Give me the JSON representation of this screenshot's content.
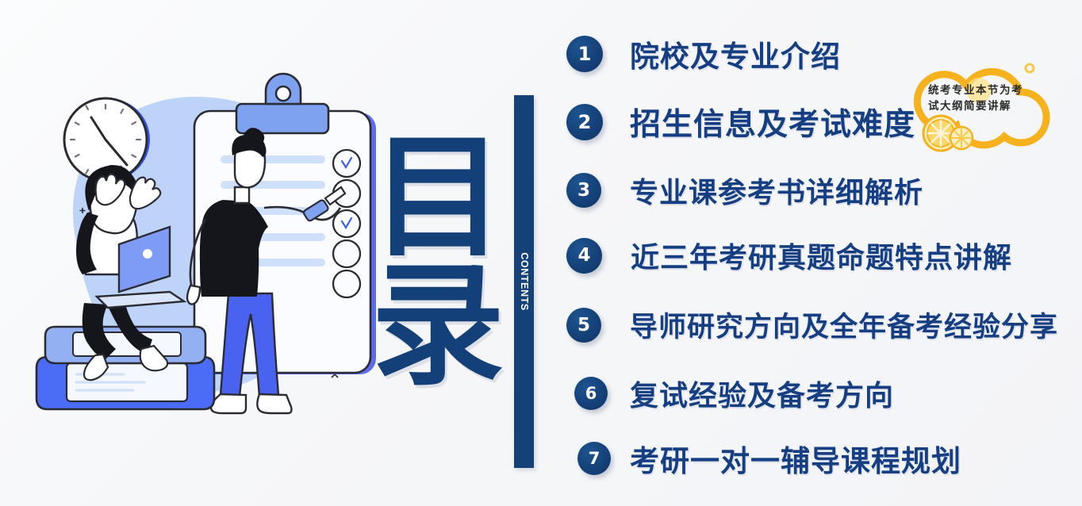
{
  "slide": {
    "title_cn": "目\n录",
    "contents_label": "CONTENTS",
    "background_color": "#f6f7f9",
    "accent_color": "#154179",
    "text_color": "#153f82"
  },
  "toc": {
    "items": [
      {
        "number": "1",
        "label": "院校及专业介绍"
      },
      {
        "number": "2",
        "label": "招生信息及考试难度"
      },
      {
        "number": "3",
        "label": "专业课参考书详细解析"
      },
      {
        "number": "4",
        "label": "近三年考研真题命题特点讲解"
      },
      {
        "number": "5",
        "label": "导师研究方向及全年备考经验分享"
      },
      {
        "number": "6",
        "label": "复试经验及备考方向"
      },
      {
        "number": "7",
        "label": "考研一对一辅导课程规划"
      }
    ]
  },
  "watermark": {
    "line1": "统考专业本节为考",
    "line2": "试大纲简要讲解",
    "color": "#f5b21d"
  },
  "illustration": {
    "name": "students-checklist-illustration",
    "clock_label": "wall-clock",
    "clipboard_label": "checklist-clipboard",
    "checkbox_states": [
      "checked",
      "checking",
      "checked",
      "empty",
      "empty"
    ],
    "figures": [
      "woman-with-laptop-on-books",
      "man-marking-checklist"
    ],
    "colors": {
      "blob": "#bed3f8",
      "book_top": "#93b0f2",
      "book_bottom": "#4a6cf7",
      "pants": "#4a62f0",
      "clip": "#7ea2f0",
      "line": "#cfe0fb"
    }
  }
}
